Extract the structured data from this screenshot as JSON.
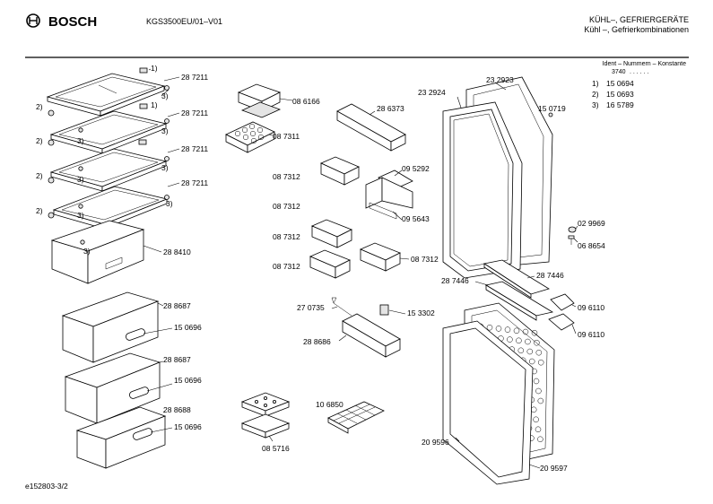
{
  "header": {
    "brand": "BOSCH",
    "model": "KGS3500EU/01–V01",
    "category_line1": "KÜHL–, GEFRIERGERÄTE",
    "category_line2": "Kühl –, Gefrierkombinationen"
  },
  "legend": {
    "title": "Ident – Nummern – Konstante",
    "constant": "3740",
    "dots": ". . . . . .",
    "items": [
      {
        "key": "1)",
        "value": "15 0694"
      },
      {
        "key": "2)",
        "value": "15 0693"
      },
      {
        "key": "3)",
        "value": "16 5789"
      }
    ]
  },
  "parts": {
    "shelf_glass": "28 7211",
    "crisper_cover": "28 8410",
    "drawer_1": "28 8687",
    "drawer_2": "28 8687",
    "drawer_3": "28 8688",
    "drawer_handle": "15 0696",
    "butter_lid": "08 6166",
    "egg_tray": "08 7311",
    "door_shelf_small": "08 7312",
    "door_shelf_top": "28 6373",
    "bottle_holder": "09 5292",
    "bottle_holder_clip": "09 5643",
    "door_upper": "23 2923",
    "door_gasket_upper": "23 2924",
    "door_stop": "15 0719",
    "hinge_cover": "02 9969",
    "hinge_pin": "06 8654",
    "hinge_middle_left": "28 7446",
    "hinge_middle_right": "28 7446",
    "hinge_bracket_1": "09 6110",
    "hinge_bracket_2": "09 6110",
    "spring": "27 0735",
    "catch": "15 3302",
    "door_shelf_large": "28 8686",
    "ice_tray": "10 6850",
    "freezer_pack": "08 5716",
    "freezer_gasket": "20 9596",
    "freezer_door": "20 9597"
  },
  "refs": {
    "one": "1)",
    "two": "2)",
    "three": "3)"
  },
  "footer": {
    "code": "e152803-3/2"
  }
}
